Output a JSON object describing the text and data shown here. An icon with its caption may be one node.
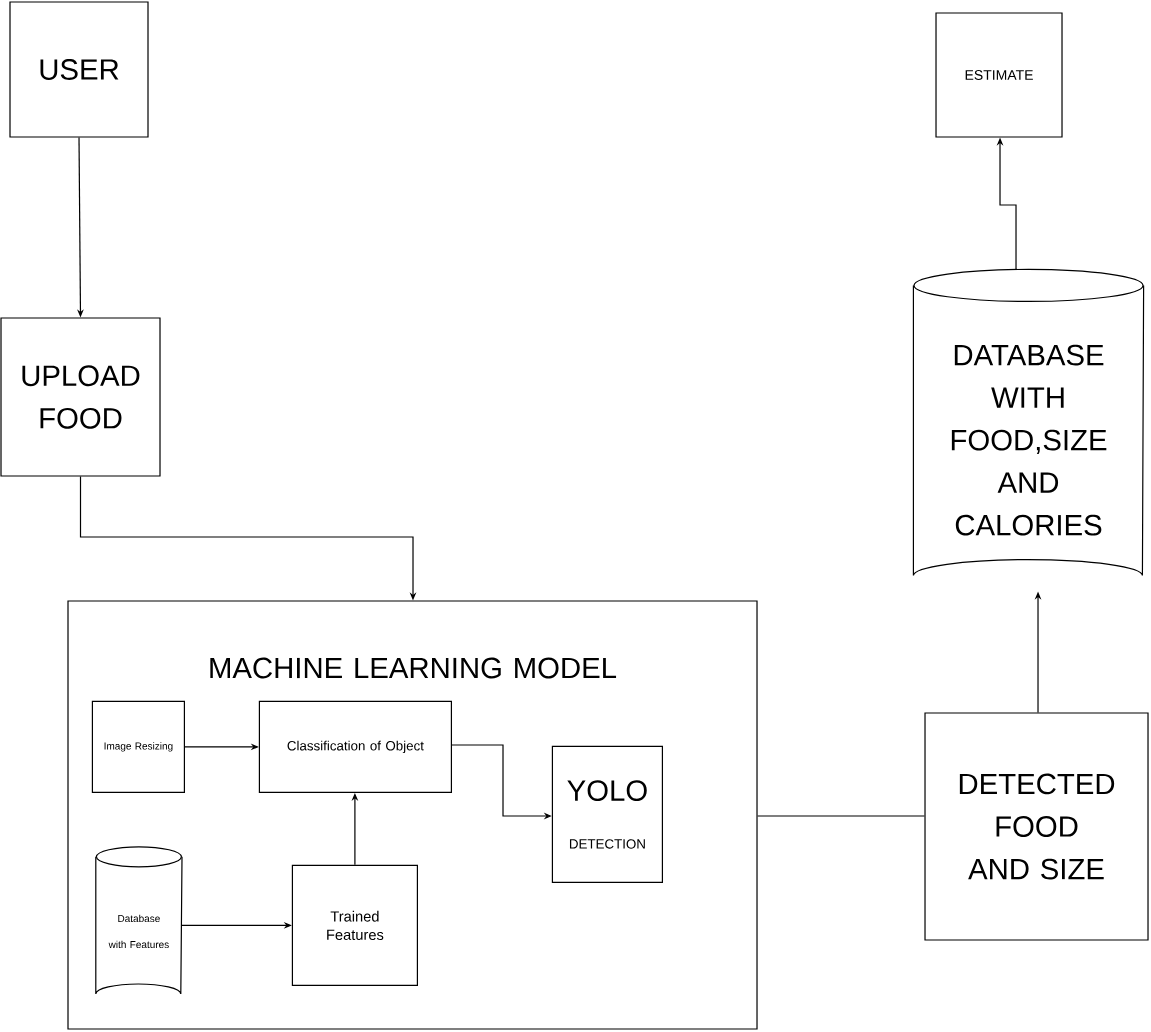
{
  "diagram": {
    "nodes": [
      {
        "text": [
          "USER"
        ]
      },
      {
        "text": [
          "UPLOAD FOOD"
        ]
      },
      {
        "text": [
          "MACHINE LEARNING MODEL"
        ]
      },
      {
        "text": [
          "Image Resizing"
        ],
        "in": 2
      },
      {
        "text": [
          "Classification of Object"
        ],
        "in": 2
      },
      {
        "text": [
          "YOLO",
          "DETECTION"
        ],
        "in": 2
      },
      {
        "text": [
          "Database with Features"
        ],
        "in": 2
      },
      {
        "text": [
          "Trained Features"
        ],
        "in": 2
      },
      {
        "text": [
          "DETECTED FOOD AND SIZE"
        ]
      },
      {
        "text": [
          "DATABASE WITH FOOD,SIZE AND CALORIES"
        ]
      },
      {
        "text": [
          "ESTIMATE"
        ]
      }
    ],
    "edges": [
      {
        "from": 0,
        "to": 1,
        "arrow": "to"
      },
      {
        "from": 1,
        "to": 2,
        "arrow": "to"
      },
      {
        "from": 3,
        "to": 4,
        "arrow": "to"
      },
      {
        "from": 4,
        "to": 5,
        "arrow": "to"
      },
      {
        "from": 6,
        "to": 7,
        "arrow": "to"
      },
      {
        "from": 7,
        "to": 4,
        "arrow": "to"
      },
      {
        "from": 2,
        "to": 8,
        "arrow": "none"
      },
      {
        "from": 8,
        "to": 9,
        "arrow": "to"
      },
      {
        "from": 9,
        "to": 10,
        "arrow": "to"
      }
    ]
  }
}
